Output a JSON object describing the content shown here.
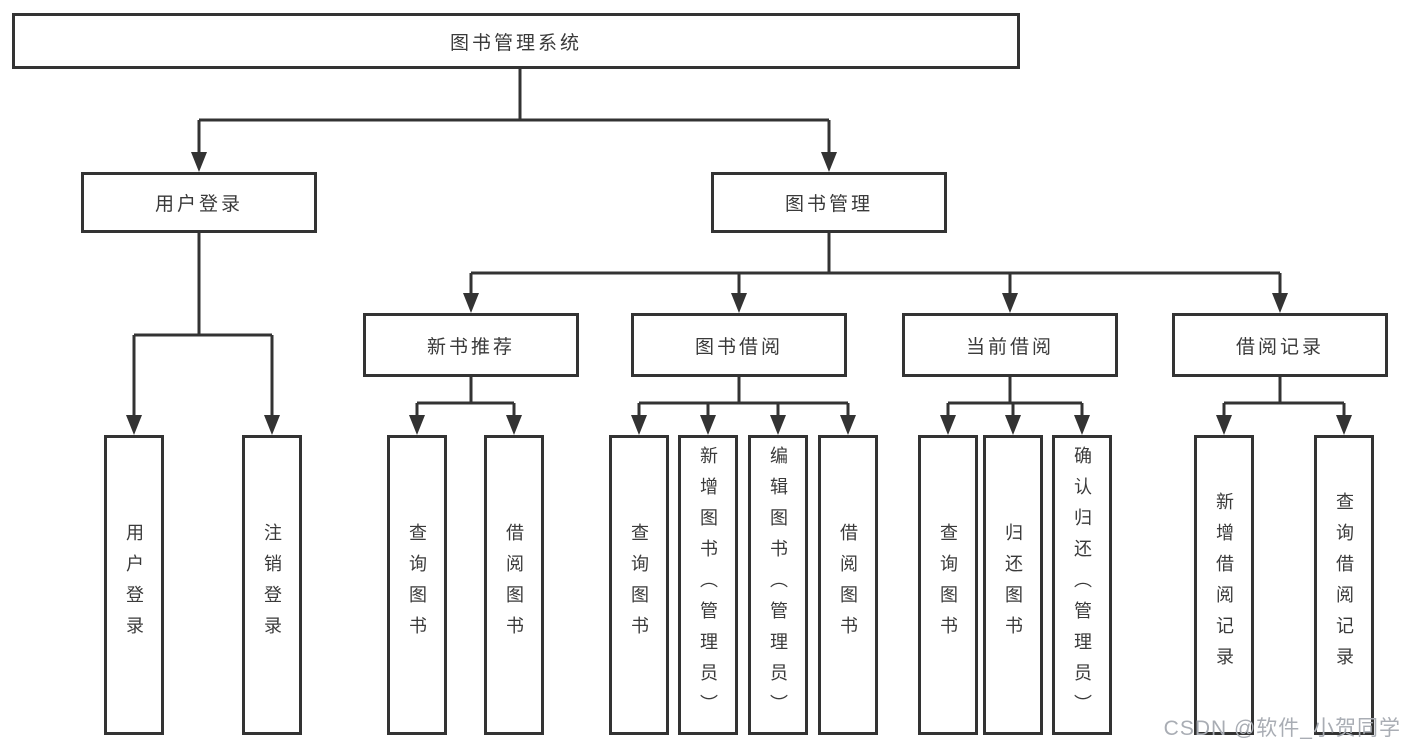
{
  "nodes": {
    "root": "图书管理系统",
    "user_login": "用户登录",
    "book_mgmt": "图书管理",
    "new_books": "新书推荐",
    "book_borrow": "图书借阅",
    "current_borrow": "当前借阅",
    "borrow_records": "借阅记录",
    "leaf_user_login": "用户登录",
    "leaf_logout": "注销登录",
    "leaf_nb_query": "查询图书",
    "leaf_nb_borrow": "借阅图书",
    "leaf_bb_query": "查询图书",
    "leaf_bb_add": "新增图书（管理员）",
    "leaf_bb_edit": "编辑图书（管理员）",
    "leaf_bb_borrow": "借阅图书",
    "leaf_cb_query": "查询图书",
    "leaf_cb_return": "归还图书",
    "leaf_cb_confirm": "确认归还（管理员）",
    "leaf_br_add": "新增借阅记录",
    "leaf_br_query": "查询借阅记录"
  },
  "watermark": "CSDN @软件_小贺同学",
  "colors": {
    "line": "#333333",
    "text": "#3a3a3a",
    "watermark": "#a9adb4",
    "background": "#ffffff"
  }
}
